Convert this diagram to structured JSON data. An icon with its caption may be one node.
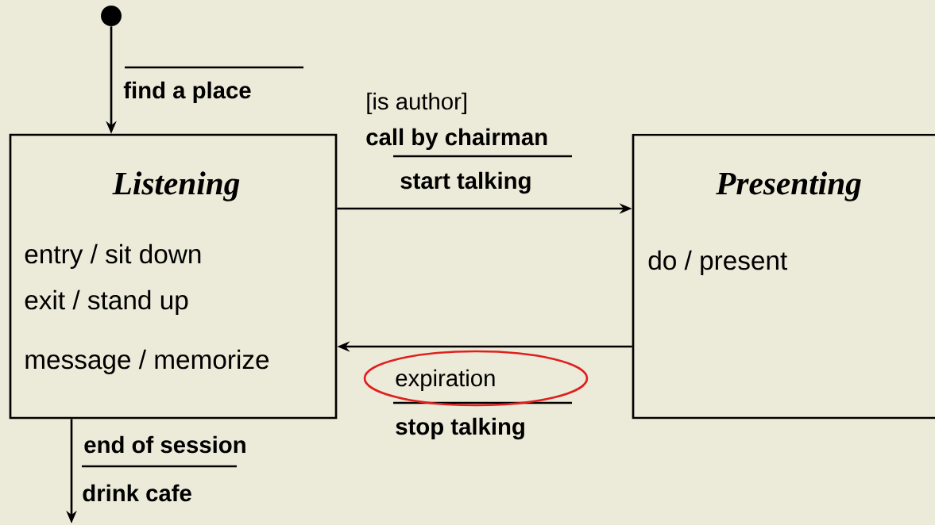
{
  "diagram": {
    "nodes": [
      {
        "text": [],
        "shape": "circle"
      },
      {
        "text": [
          "Listening",
          "entry / sit down",
          "exit / stand up",
          "message / memorize"
        ]
      },
      {
        "text": [
          "Presenting",
          "do / present"
        ]
      }
    ],
    "edges": [
      {
        "from": 0,
        "to": 1,
        "arrow": "to",
        "label": "find a place"
      },
      {
        "from": 1,
        "to": 2,
        "arrow": "to",
        "label": "call by chairman"
      },
      {
        "from": 2,
        "to": 1,
        "arrow": "to",
        "label": "expiration"
      },
      {
        "from": 1,
        "to": null,
        "arrow": "to",
        "label": "end of session"
      }
    ],
    "labels": [
      "[is author]",
      "start talking",
      "stop talking",
      "drink cafe"
    ]
  }
}
